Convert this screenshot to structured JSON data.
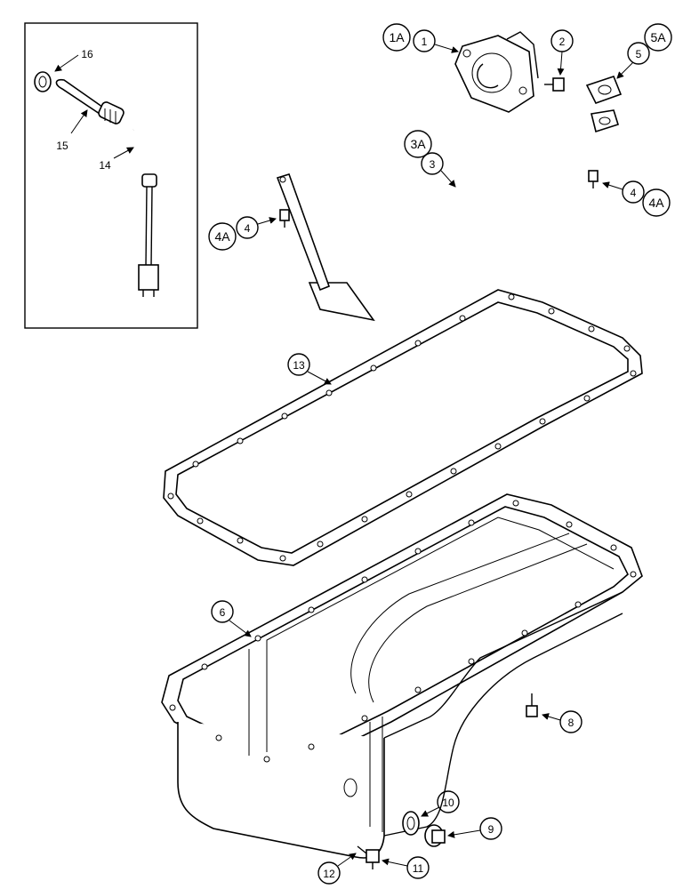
{
  "callouts": {
    "c1": "1",
    "c1a": "1A",
    "c2": "2",
    "c3": "3",
    "c3a": "3A",
    "c4_left": "4",
    "c4a_left": "4A",
    "c4_right": "4",
    "c4a_right": "4A",
    "c5": "5",
    "c5a": "5A",
    "c6": "6",
    "c8": "8",
    "c9": "9",
    "c10": "10",
    "c11": "11",
    "c12": "12",
    "c13": "13",
    "c14": "14",
    "c15": "15",
    "c16": "16"
  }
}
